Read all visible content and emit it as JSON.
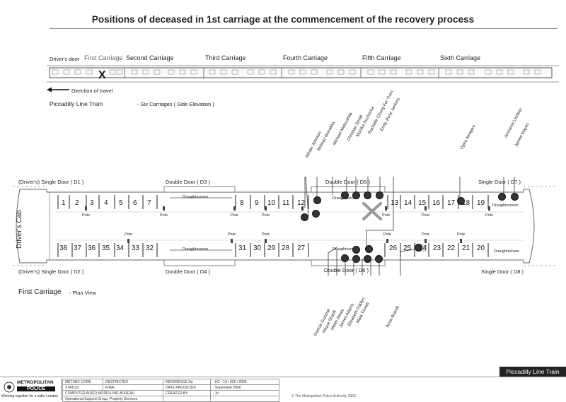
{
  "title": "Positions of deceased in 1st carriage at the commencement of the recovery process",
  "elevation": {
    "drivers_door": "Driver's door",
    "carriages": [
      "First Carriage",
      "Second Carriage",
      "Third Carriage",
      "Fourth Carriage",
      "Fifth Carriage",
      "Sixth Carriage"
    ],
    "direction": "Direction of travel",
    "caption": "Piccadilly Line Train",
    "caption_sub": "- Six Carriages ( Side Elevation )"
  },
  "plan": {
    "top_doors": {
      "d1": "(Driver's)  Single Door ( D1 )",
      "d3": "Double Door ( D3 )",
      "d5": "Double Door ( D5 )",
      "d7": "Single Door ( D7 )"
    },
    "bottom_doors": {
      "d2": "(Driver's)  Single Door ( D2 )",
      "d4": "Double Door ( D4 )",
      "d6": "Double Door  ( D6 )",
      "d8": "Single Door ( D8 )"
    },
    "cab": "Driver's Cab",
    "draughtscreen": "Draughtscreen",
    "pole": "Pole",
    "caption": "First Carriage",
    "caption_sub": "- Plan View",
    "top_seats": [
      "1",
      "2",
      "3",
      "4",
      "5",
      "6",
      "7",
      "8",
      "9",
      "10",
      "11",
      "12",
      "13",
      "14",
      "15",
      "16",
      "17",
      "18",
      "19"
    ],
    "bottom_seats": [
      "38",
      "37",
      "36",
      "35",
      "34",
      "33",
      "32",
      "31",
      "30",
      "29",
      "28",
      "27",
      "26",
      "25",
      "24",
      "23",
      "22",
      "21",
      "20"
    ]
  },
  "deceased_top": [
    "Adrian Johnson",
    "Behnaz Mozakka",
    "Michael Matsushita",
    "Christian Small",
    "Monika Suchocka",
    "Rachelle Chung For Yuen",
    "Emily Rose Jenkins",
    "Ojara Ikeagwu",
    "Jermaine Lindsay",
    "James Mayes"
  ],
  "deceased_bottom": [
    "Gamze Gunoral",
    "Atique Sharifi",
    "Helen Jones",
    "James Adams",
    "Elizabeth Daplyn",
    "Mala Trivedi",
    "Anna Brandt"
  ],
  "badge": "Piccadilly Line Train",
  "footer": {
    "logo_top": "METROPOLITAN",
    "logo_bottom": "POLICE",
    "tagline": "Working together for a safer London",
    "metsec_code": "METSEC CODE",
    "metsec_value": "RESTRICTED",
    "status": "STATUS",
    "status_value": "FINAL",
    "bureau": "COMPUTER AIDED MODELLING BUREAU",
    "bureau_sub": "Operational Support Group, Property Services",
    "reference": "REFERENCE No",
    "reference_value": ": KC - 10 / 026 / 2006",
    "date_produced": "DATE PRODUCED",
    "date_value": ": September 2006",
    "created_by": "CREATED BY",
    "created_value": ": Jo",
    "copyright": "© The Metropolitan Police Authority 2006"
  },
  "colors": {
    "dot": "#333333",
    "cross": "#888888",
    "badge_bg": "#222222"
  }
}
